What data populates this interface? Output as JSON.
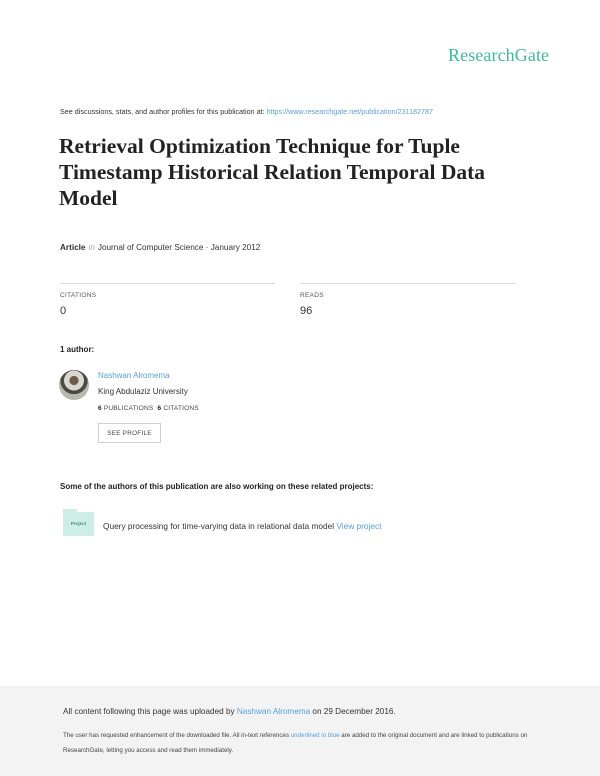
{
  "header": {
    "brand": "ResearchGate",
    "intro_text": "See discussions, stats, and author profiles for this publication at: ",
    "publication_url": "https://www.researchgate.net/publication/231182787"
  },
  "publication": {
    "title": "Retrieval Optimization Technique for Tuple Timestamp Historical Relation Temporal Data Model",
    "type": "Article",
    "in_label": "in",
    "venue_date": "Journal of Computer Science · January 2012"
  },
  "stats": {
    "citations_label": "CITATIONS",
    "citations_value": "0",
    "reads_label": "READS",
    "reads_value": "96"
  },
  "authors": {
    "heading": "1 author:",
    "items": [
      {
        "name": "Nashwan Alromema",
        "institution": "King Abdulaziz University",
        "publications_count": "6",
        "publications_label": "PUBLICATIONS",
        "citations_count": "6",
        "citations_label": "CITATIONS",
        "profile_button": "SEE PROFILE"
      }
    ]
  },
  "projects": {
    "heading": "Some of the authors of this publication are also working on these related projects:",
    "items": [
      {
        "icon_label": "Project",
        "title": "Query processing for time-varying data in relational data model ",
        "link": "View project"
      }
    ]
  },
  "footer": {
    "upload_prefix": "All content following this page was uploaded by ",
    "uploader": "Nashwan Alromema",
    "upload_suffix": " on 29 December 2016.",
    "notice_prefix": "The user has requested enhancement of the downloaded file. All in-text references ",
    "notice_link": "underlined in blue",
    "notice_suffix": " are added to the original document and are linked to publications on ResearchGate, letting you access and read them immediately."
  },
  "colors": {
    "brand": "#40ba9c",
    "link": "#5aa0d8",
    "footer_bg": "#f3f3f3",
    "project_folder": "#cdeee7"
  }
}
